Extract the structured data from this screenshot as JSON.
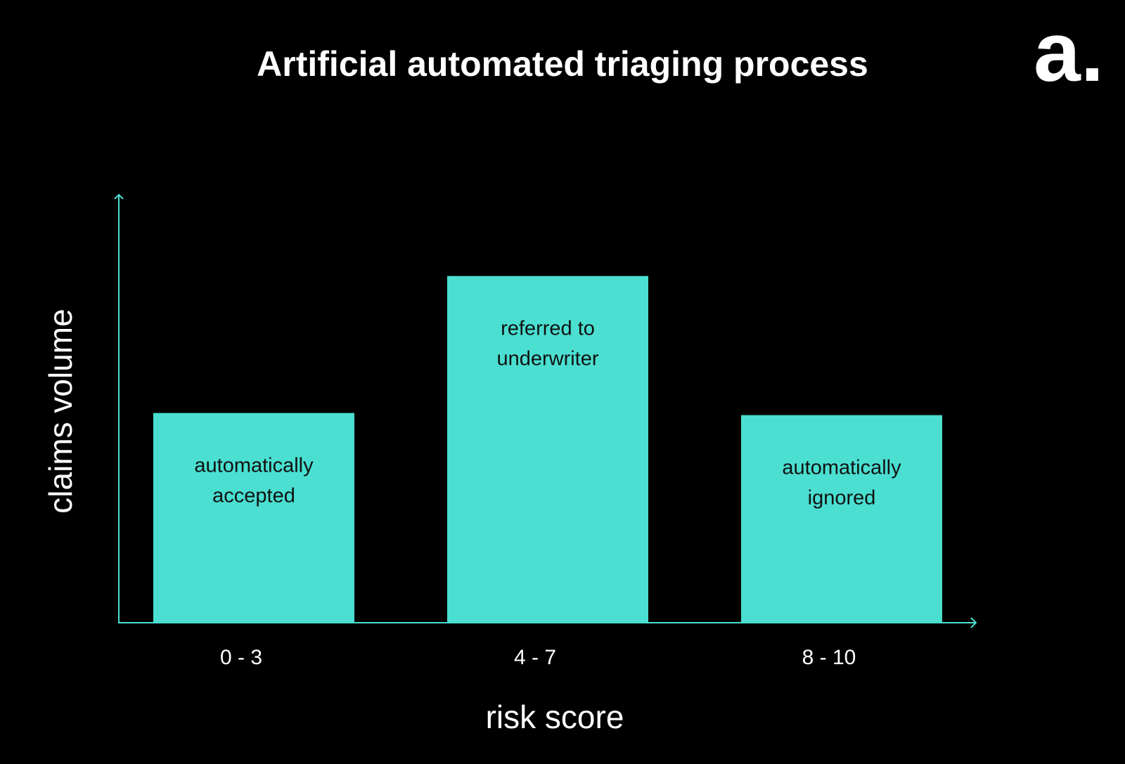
{
  "logo_text": "a.",
  "colors": {
    "background": "#000000",
    "bar": "#4adfd1",
    "axis": "#4adfd1",
    "text": "#ffffff",
    "bar_text": "#111111"
  },
  "chart_data": {
    "type": "bar",
    "title": "Artificial automated triaging process",
    "xlabel": "risk score",
    "ylabel": "claims volume",
    "categories": [
      "0 - 3",
      "4 - 7",
      "8 - 10"
    ],
    "values": [
      0.49,
      0.81,
      0.485
    ],
    "value_scale": "relative (no y tick labels shown)",
    "ylim": [
      0,
      1
    ],
    "bar_labels": [
      [
        "automatically",
        "accepted"
      ],
      [
        "referred to",
        "underwriter"
      ],
      [
        "automatically",
        "ignored"
      ]
    ],
    "grid": false,
    "legend": "none"
  }
}
